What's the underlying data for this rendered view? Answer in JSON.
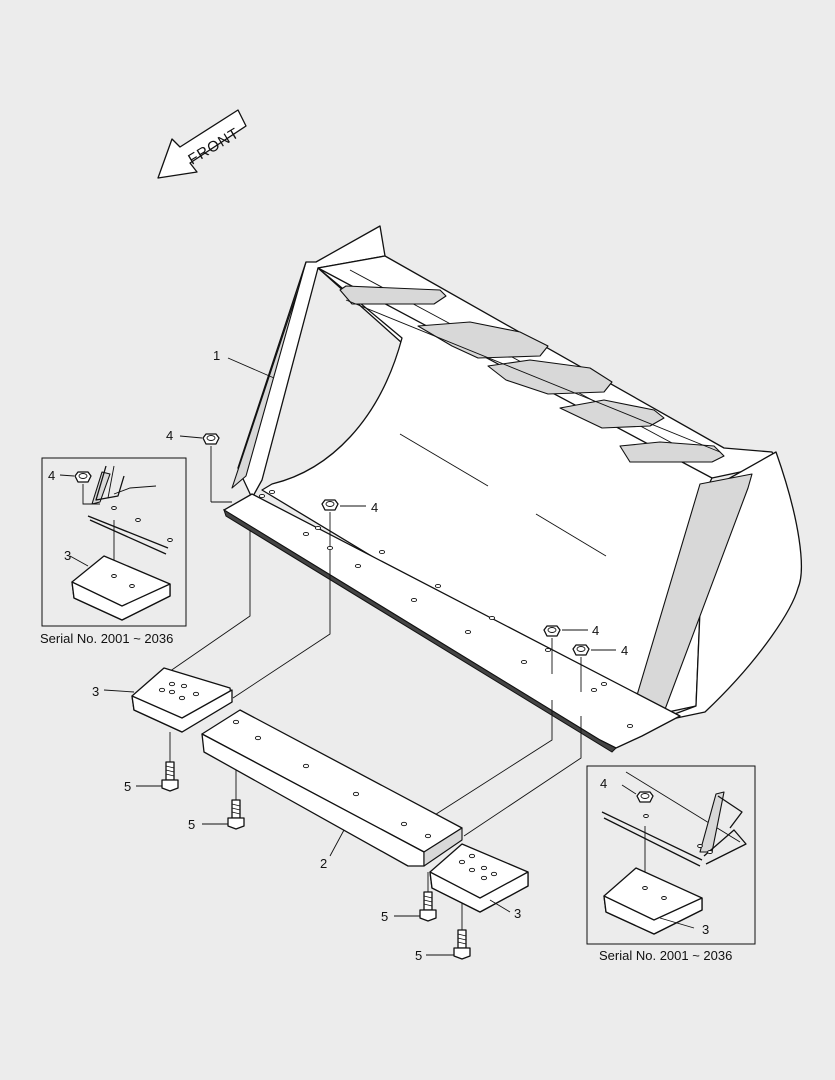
{
  "front_arrow": {
    "text": "FRONT"
  },
  "callouts": {
    "bucket": "1",
    "cutting_edge": "2",
    "end_bit_left": "3",
    "end_bit_right": "3",
    "inset_left_part": "3",
    "inset_right_part": "3",
    "nut_main_left": "4",
    "nut_main_center": "4",
    "nut_main_right_upper": "4",
    "nut_main_right_lower": "4",
    "inset_left_nut": "4",
    "inset_right_nut": "4",
    "bolt_left_end_bit": "5",
    "bolt_cutting_edge": "5",
    "bolt_right_end_bit_upper": "5",
    "bolt_right_end_bit_lower": "5"
  },
  "insets": {
    "left_caption": "Serial No. 2001 ~ 2036",
    "right_caption": "Serial No. 2001 ~ 2036"
  }
}
